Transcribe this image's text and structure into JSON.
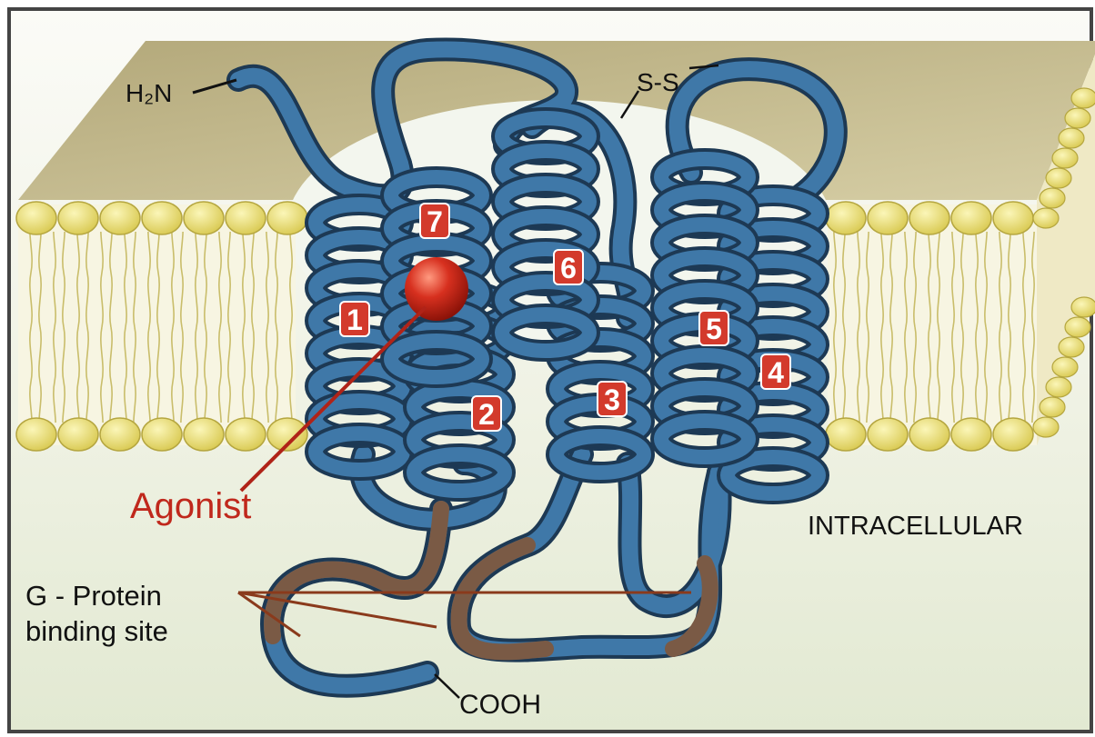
{
  "labels": {
    "n_terminus": "H₂N",
    "disulfide": "S-S",
    "agonist": "Agonist",
    "intracellular": "INTRACELLULAR",
    "g_protein_line1": "G - Protein",
    "g_protein_line2": "binding site",
    "c_terminus": "COOH"
  },
  "helices": [
    "1",
    "2",
    "3",
    "4",
    "5",
    "6",
    "7"
  ],
  "colors": {
    "protein": "#3f78a8",
    "protein_outline": "#1d3954",
    "g_protein_segment": "#7a5a45",
    "agonist": "#c0281c",
    "agonist_label": "#c0281c",
    "membrane_head": "#e6dc6a",
    "membrane_slab": "#c4ba85",
    "intracellular_bg": "#e9eedd"
  }
}
